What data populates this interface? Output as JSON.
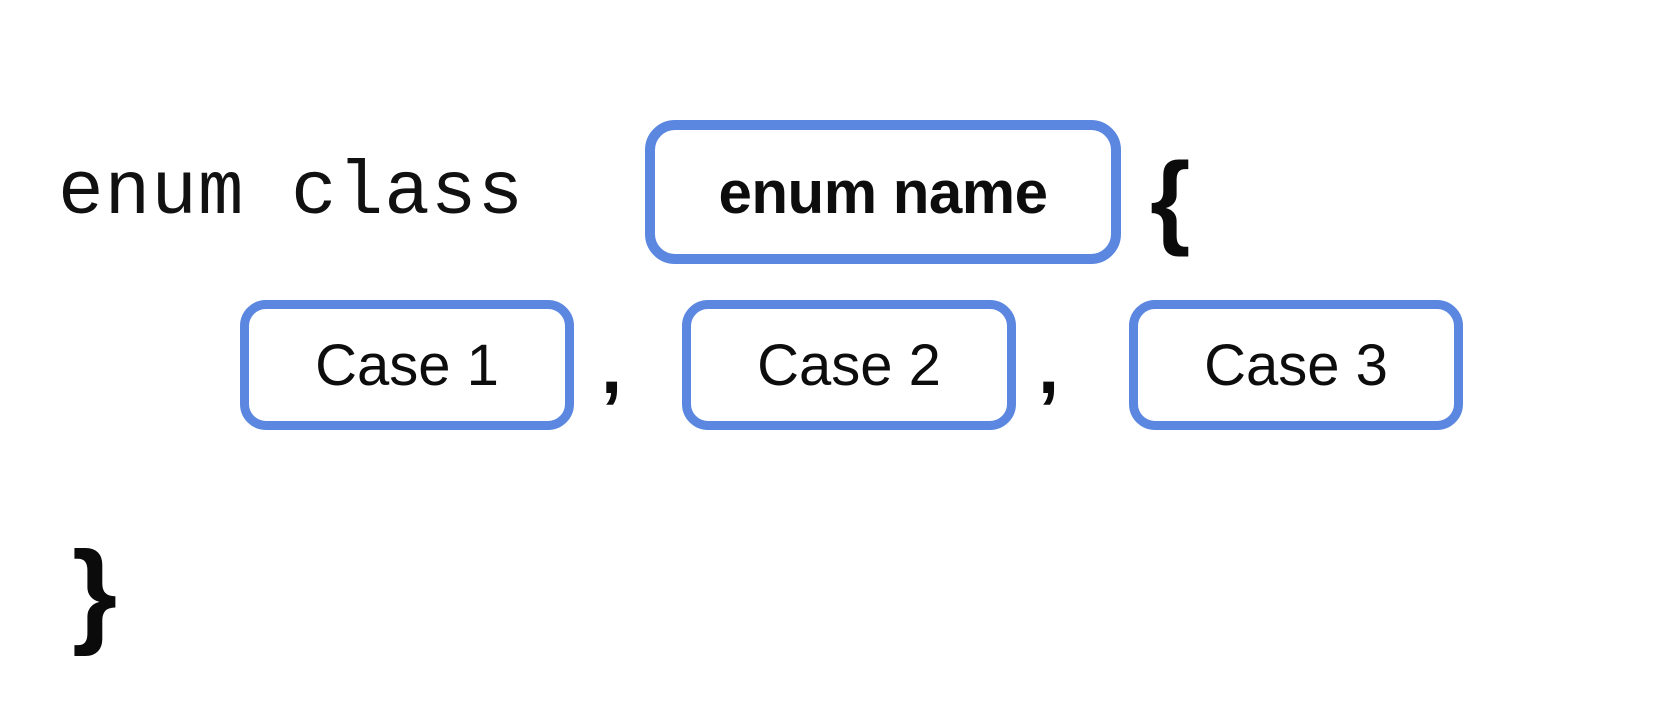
{
  "diagram": {
    "title": "enum class declaration syntax template",
    "background_color": "#ffffff",
    "accent_color": "#5b87e0",
    "text_color": "#0d0d0d",
    "lines": [
      {
        "id": "declaration-line",
        "keyword_text": "enum class",
        "slot_label": "enum name",
        "open_brace": "{"
      },
      {
        "id": "cases-line",
        "slots": [
          {
            "label": "Case 1"
          },
          {
            "label": "Case 2"
          },
          {
            "label": "Case 3"
          }
        ],
        "separators": [
          ",",
          ","
        ]
      },
      {
        "id": "closing-line",
        "close_brace": "}"
      }
    ]
  }
}
